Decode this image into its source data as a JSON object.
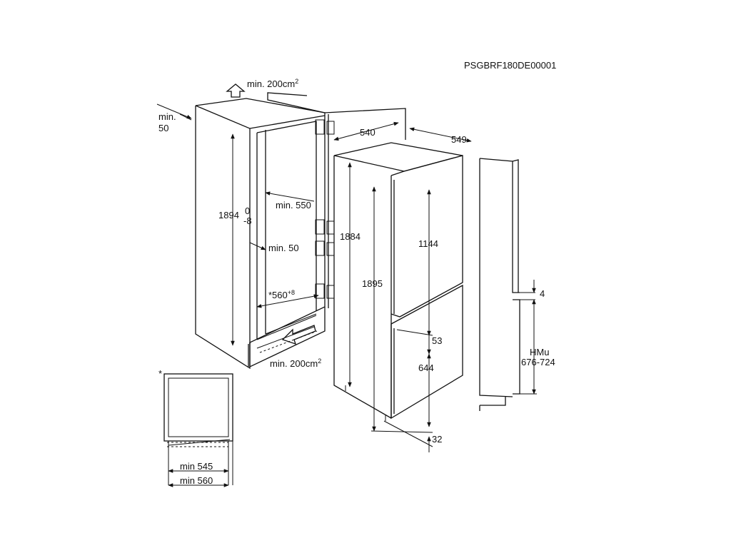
{
  "diagram": {
    "code": "PSGBRF180DE00001",
    "vent_top": "min. 200cm",
    "vent_bottom": "min. 200cm",
    "vent_sup": "2",
    "side_gap": "min.",
    "side_gap_value": "50",
    "niche_height": "1894",
    "niche_height_tol_upper": "0",
    "niche_height_tol_lower": "-8",
    "niche_depth": "min. 550",
    "rear_gap": "min. 50",
    "niche_width": "*560",
    "niche_width_tol": "+8",
    "appliance_width": "540",
    "appliance_depth": "549",
    "appliance_height": "1884",
    "door_total_height": "1895",
    "upper_door_height": "1144",
    "door_gap": "53",
    "lower_door_height": "644",
    "bottom_gap": "32",
    "furniture_gap": "4",
    "furniture_door_label": "HMu",
    "furniture_door_range": "676-724",
    "footnote_mark": "*",
    "min_545": "min 545",
    "min_560": "min 560"
  }
}
